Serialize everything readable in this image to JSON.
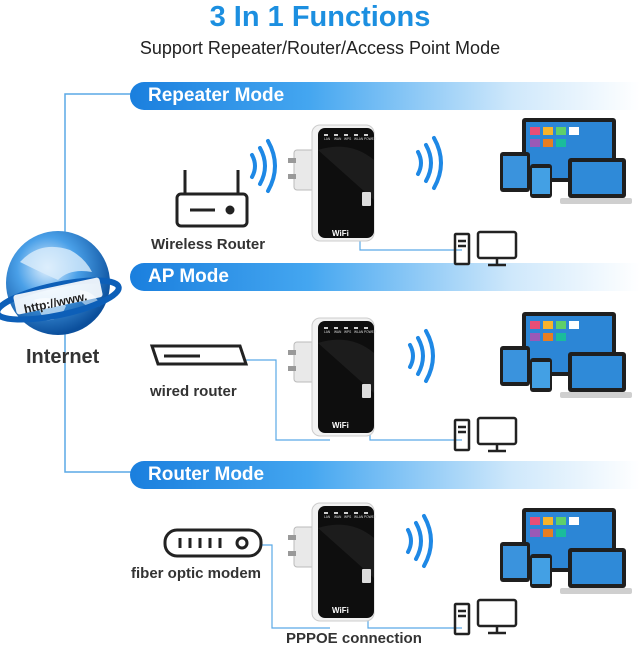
{
  "header": {
    "title": "3 In 1 Functions",
    "subtitle": "Support Repeater/Router/Access Point Mode"
  },
  "globe": {
    "url_text": "http://www.",
    "label": "Internet"
  },
  "modes": [
    {
      "banner": "Repeater Mode",
      "source_device": "Wireless Router",
      "source_icon": "wireless-router-icon",
      "link_label": ""
    },
    {
      "banner": "AP Mode",
      "source_device": "wired router",
      "source_icon": "wired-router-icon",
      "link_label": ""
    },
    {
      "banner": "Router Mode",
      "source_device": "fiber optic modem",
      "source_icon": "fiber-modem-icon",
      "link_label": "PPPOE connection"
    }
  ],
  "repeater_device": {
    "leds": [
      "LAN",
      "WAN",
      "WPS",
      "WLAN",
      "POWER"
    ],
    "brand_text": "WiFi"
  },
  "colors": {
    "accent": "#1c8fe0",
    "banner_start": "#1a7fde",
    "wifi_waves": "#1e88e5",
    "connector_line": "#5aa9e6"
  }
}
